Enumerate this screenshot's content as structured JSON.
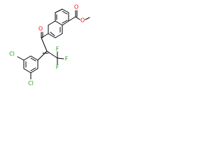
{
  "molecule": {
    "atoms": {
      "carbonyl_o": {
        "symbol": "O",
        "color": "#ff0000"
      },
      "ester_o_double": {
        "symbol": "O",
        "color": "#ff0000"
      },
      "ester_o_single": {
        "symbol": "O",
        "color": "#ff0000"
      },
      "cl_top": {
        "symbol": "Cl",
        "color": "#1fa01f"
      },
      "cl_bottom": {
        "symbol": "Cl",
        "color": "#1fa01f"
      },
      "f_top": {
        "symbol": "F",
        "color": "#1fa01f"
      },
      "f_right": {
        "symbol": "F",
        "color": "#1fa01f"
      },
      "f_bottom": {
        "symbol": "F",
        "color": "#1fa01f"
      }
    },
    "bond_color": "#000000"
  }
}
